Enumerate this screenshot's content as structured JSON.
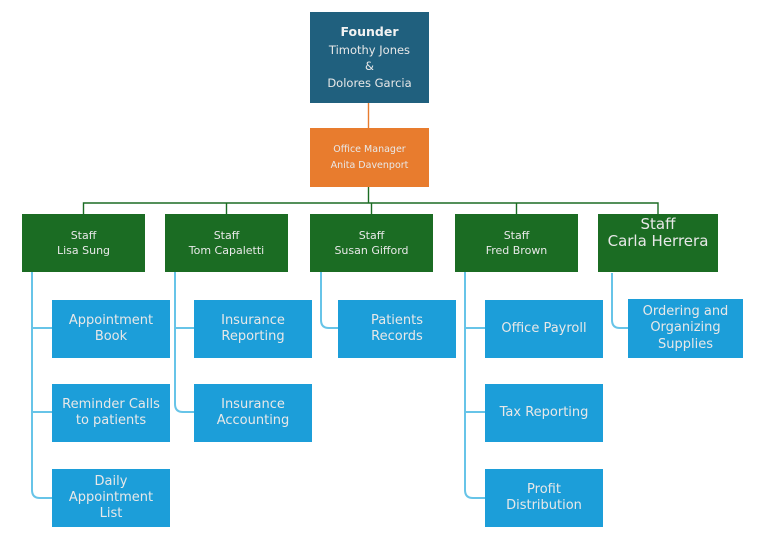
{
  "colors": {
    "page_bg": "#ffffff",
    "founder_bg": "#20607E",
    "manager_bg": "#E87C2E",
    "staff_bg": "#1B6C23",
    "task_bg": "#1C9ED9",
    "wire_manager": "#E87C2E",
    "wire_staff": "#1B6C23",
    "wire_task": "#67C4E8",
    "text_color": "#E8E8E8"
  },
  "nodes": {
    "founder": {
      "title": "Founder",
      "name": "Timothy Jones\n&\nDolores Garcia"
    },
    "office_manager": {
      "title": "Office Manager",
      "name": "Anita Davenport"
    },
    "staff": [
      {
        "title": "Staff",
        "name": "Lisa Sung",
        "tasks": [
          "Appointment\nBook",
          "Reminder Calls\nto patients",
          "Daily\nAppointment\nList"
        ]
      },
      {
        "title": "Staff",
        "name": "Tom Capaletti",
        "tasks": [
          "Insurance\nReporting",
          "Insurance\nAccounting"
        ]
      },
      {
        "title": "Staff",
        "name": "Susan Gifford",
        "tasks": [
          "Patients\nRecords"
        ]
      },
      {
        "title": "Staff",
        "name": "Fred Brown",
        "tasks": [
          "Office Payroll",
          "Tax Reporting",
          "Profit\nDistribution"
        ]
      },
      {
        "title": "Staff",
        "name": "Carla Herrera",
        "tasks": [
          "Ordering and\nOrganizing\nSupplies"
        ]
      }
    ]
  }
}
